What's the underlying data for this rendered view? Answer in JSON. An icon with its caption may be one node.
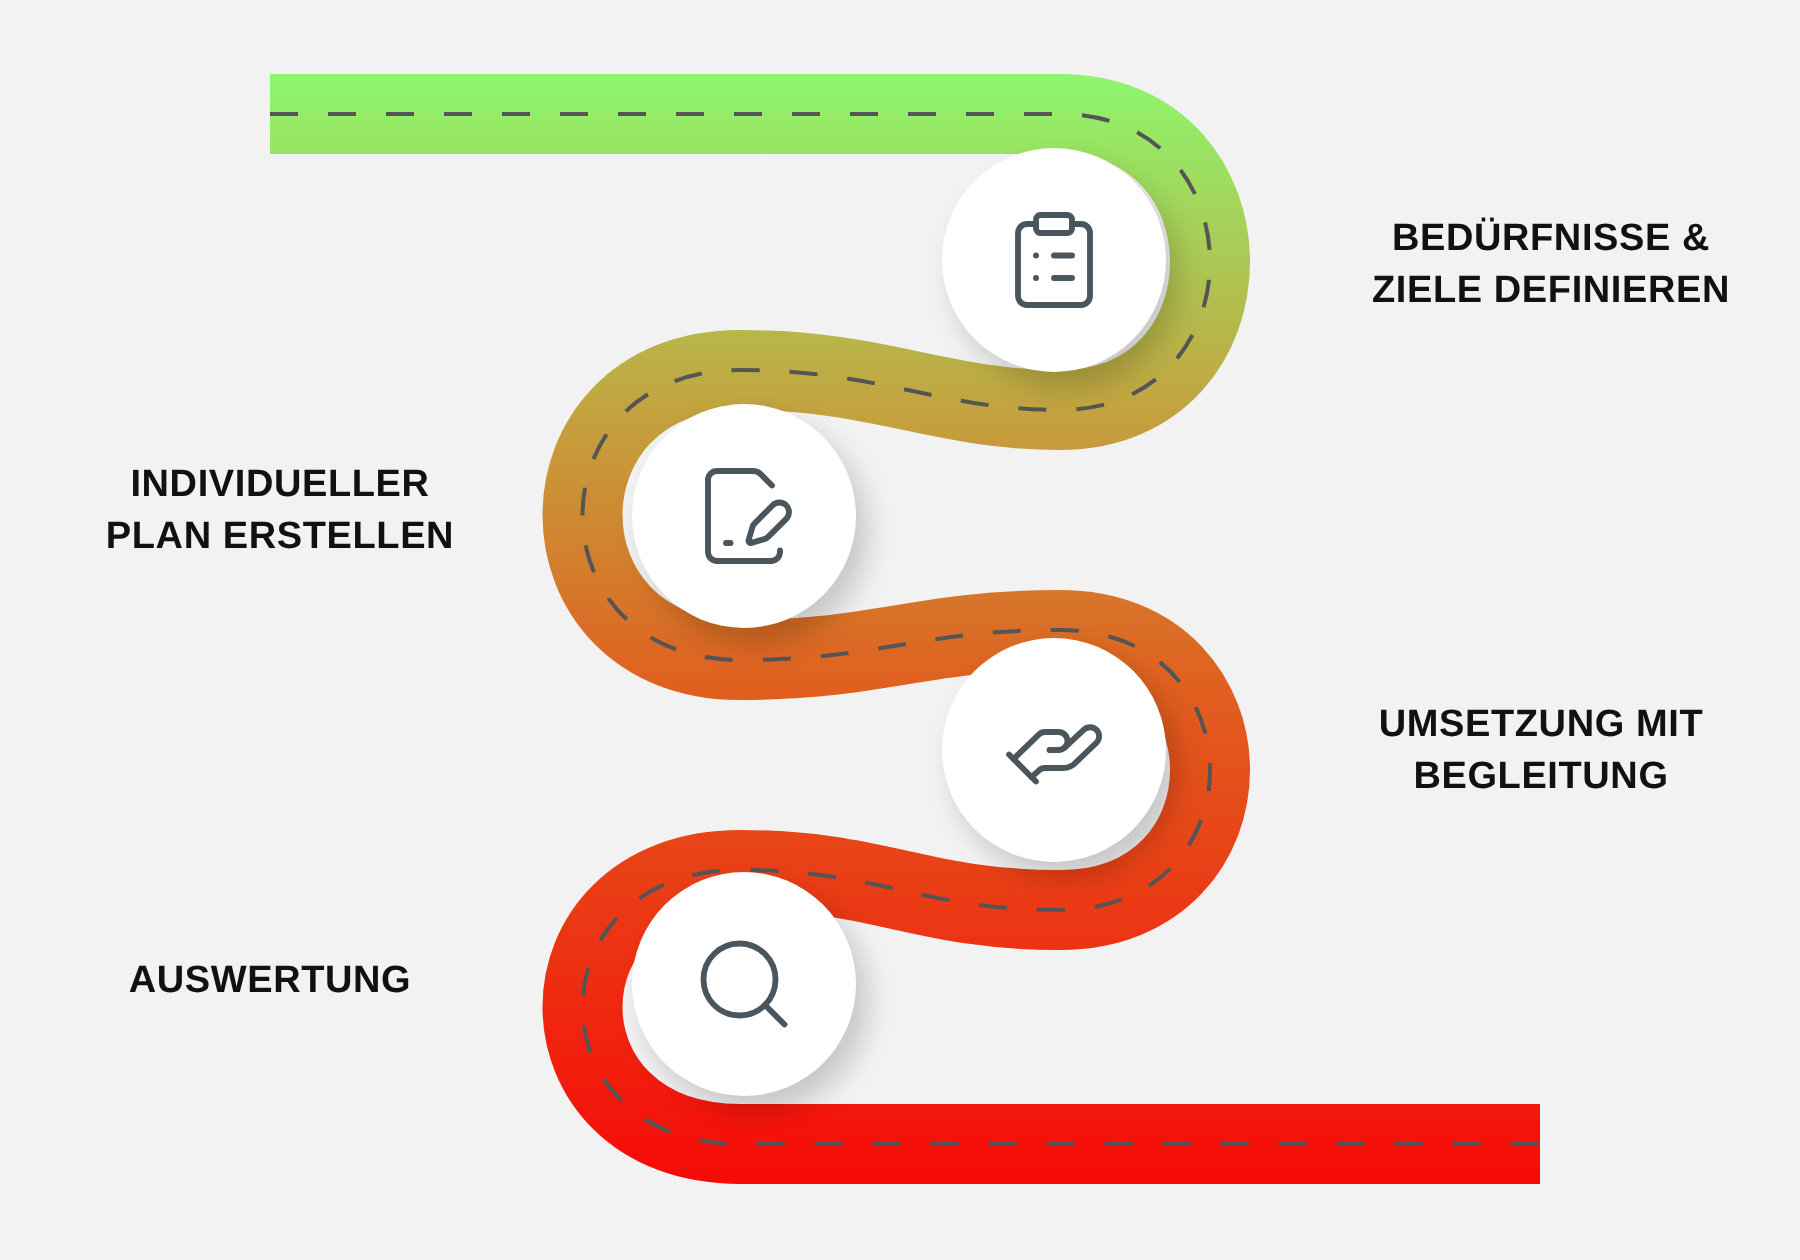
{
  "diagram": {
    "nodes": [
      {
        "text": [],
        "shape": "circle"
      },
      {
        "text": [],
        "shape": "circle"
      },
      {
        "text": [],
        "shape": "circle"
      },
      {
        "text": [],
        "shape": "circle"
      }
    ],
    "labels": [
      "BEDÜRFNISSE & ZIELE DEFINIEREN",
      "INDIVIDUELLER PLAN ERSTELLEN",
      "UMSETZUNG MIT BEGLEITUNG",
      "AUSWERTUNG"
    ]
  }
}
